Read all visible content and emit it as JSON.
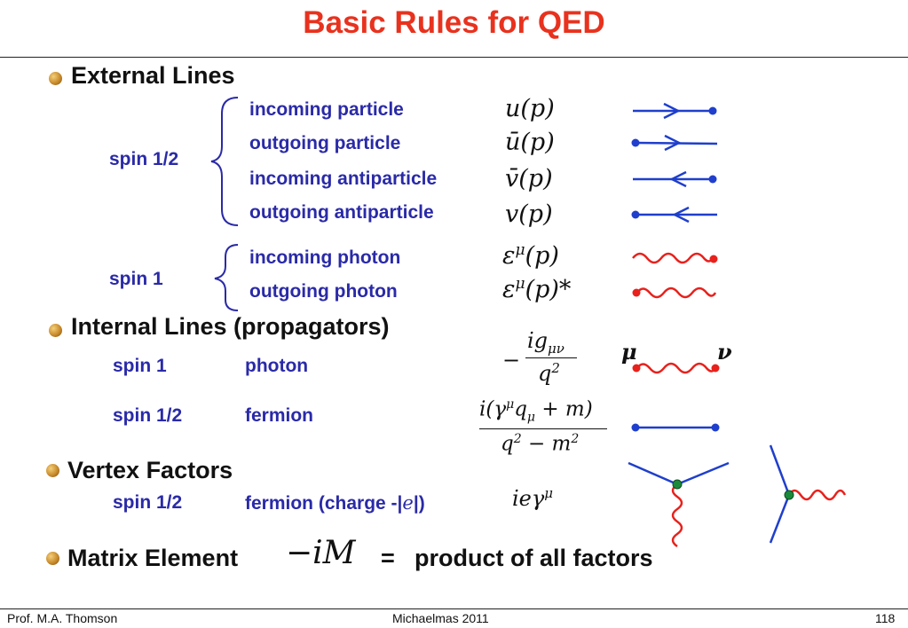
{
  "title": "Basic Rules for QED",
  "sections": {
    "external": "External Lines",
    "internal": "Internal Lines (propagators)",
    "vertex": "Vertex Factors",
    "matrix": "Matrix Element"
  },
  "external": {
    "spin_half_label": "spin 1/2",
    "spin_one_label": "spin 1",
    "rows": [
      {
        "label": "incoming particle",
        "factor": "u(p)"
      },
      {
        "label": "outgoing particle",
        "factor": "ū(p)"
      },
      {
        "label": "incoming antiparticle",
        "factor": "v̄(p)"
      },
      {
        "label": "outgoing antiparticle",
        "factor": "v(p)"
      },
      {
        "label": "incoming photon",
        "factor": "ε",
        "sup": "μ",
        "rest": "(p)"
      },
      {
        "label": "outgoing photon",
        "factor": "ε",
        "sup": "μ",
        "rest": "(p)*"
      }
    ]
  },
  "internal": {
    "photon": {
      "spin": "spin 1",
      "name": "photon",
      "mu": "μ",
      "nu": "ν"
    },
    "fermion": {
      "spin": "spin 1/2",
      "name": "fermion"
    }
  },
  "vertex": {
    "spin": "spin 1/2",
    "name_prefix": "fermion (charge -|",
    "charge": "e",
    "name_suffix": "|)"
  },
  "matrix": {
    "symbol": "−iM",
    "equals": "=",
    "text": "product of all factors"
  },
  "footer": {
    "author": "Prof. M.A. Thomson",
    "term": "Michaelmas 2011",
    "page": "118"
  },
  "colors": {
    "title": "#e8321e",
    "label": "#2a2aa8",
    "fermion_line": "#1f3fcc",
    "photon_line": "#e8211c",
    "vertex_dot": "#1a8a3a"
  }
}
